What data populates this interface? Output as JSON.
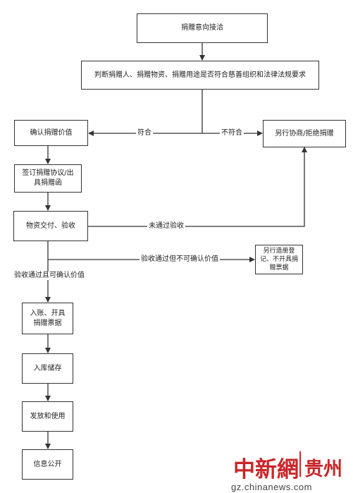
{
  "nodes": {
    "n1": "捐赠意向接洽",
    "n2": "判断捐赠人、捐赠物资、捐赠用途是否符合慈善组织和法律法规要求",
    "n3": "确认捐赠价值",
    "n4": "另行协商/拒绝捐赠",
    "n5": "签订捐赠协议/出具捐赠函",
    "n6": "物资交付、验收",
    "n7": "另行造册登记、不开具捐赠票据",
    "n8": "入账、开具捐赠票据",
    "n9": "入库储存",
    "n10": "发放和使用",
    "n11": "信息公开"
  },
  "edge_labels": {
    "comply": "符合",
    "not_comply": "不符合",
    "fail_accept": "未通过验收",
    "pass_no_value": "验收通过但不可确认价值",
    "pass_value": "验收通过且可确认价值"
  },
  "watermark": {
    "logo_text": "中新網",
    "region": "贵州",
    "url": "gz.chinanews.com"
  },
  "colors": {
    "line": "#333333",
    "watermark": "#c8262a"
  }
}
